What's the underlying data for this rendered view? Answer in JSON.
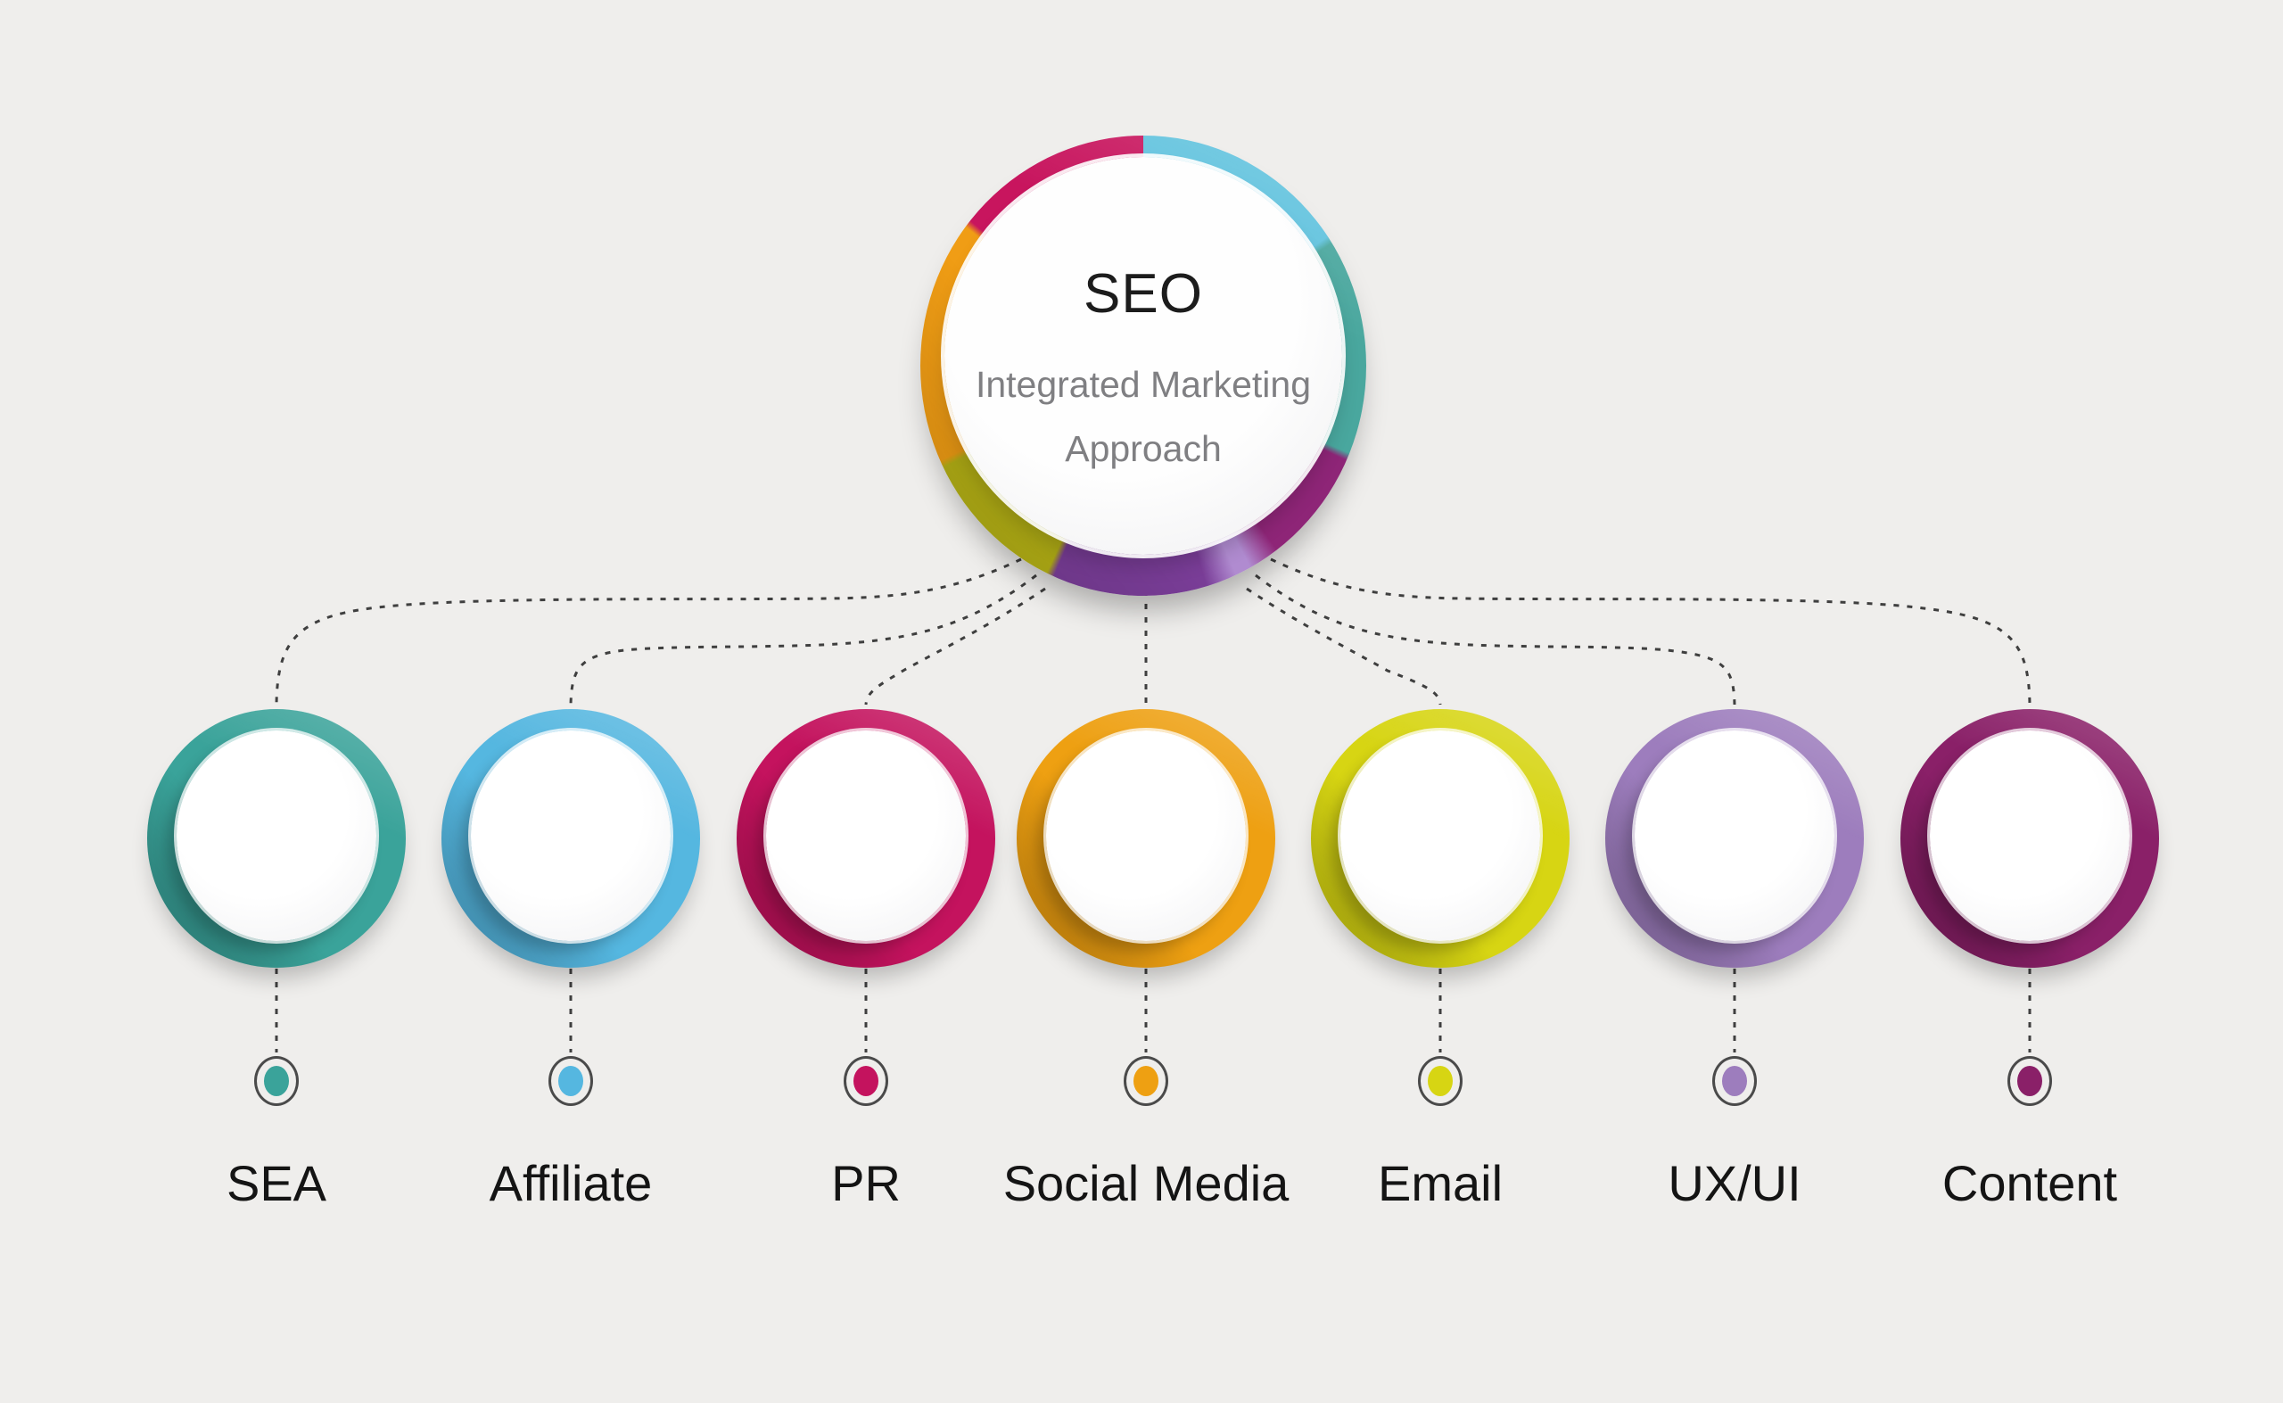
{
  "background": "#efeeec",
  "connector_color": "#3f3f3f",
  "dot_outline_color": "#4a4a4a",
  "label_color": "#141414",
  "center": {
    "title": "SEO",
    "subtitle_line1": "Integrated Marketing",
    "subtitle_line2": "Approach",
    "title_color": "#1c1c1c",
    "subtitle_color": "#7f7f82",
    "ring_segments": [
      {
        "color": "#5fc2de",
        "from": 0,
        "to": 55
      },
      {
        "color": "#49a79e",
        "from": 57,
        "to": 113
      },
      {
        "color": "#8e2577",
        "from": 115,
        "to": 144
      },
      {
        "color": "#b08bd0",
        "from": 152,
        "to": 156
      },
      {
        "color": "#7b3e99",
        "from": 164,
        "to": 203
      },
      {
        "color": "#b6b216",
        "from": 205,
        "to": 243
      },
      {
        "color": "#f09d15",
        "from": 245,
        "to": 308
      },
      {
        "color": "#c8155e",
        "from": 310,
        "to": 358
      }
    ]
  },
  "channels": [
    {
      "label": "SEA",
      "color": "#3aa39a"
    },
    {
      "label": "Affiliate",
      "color": "#55b7e0"
    },
    {
      "label": "PR",
      "color": "#c4135e"
    },
    {
      "label": "Social Media",
      "color": "#eea012"
    },
    {
      "label": "Email",
      "color": "#d7d513"
    },
    {
      "label": "UX/UI",
      "color": "#9d7dbd"
    },
    {
      "label": "Content",
      "color": "#8a2068"
    }
  ]
}
